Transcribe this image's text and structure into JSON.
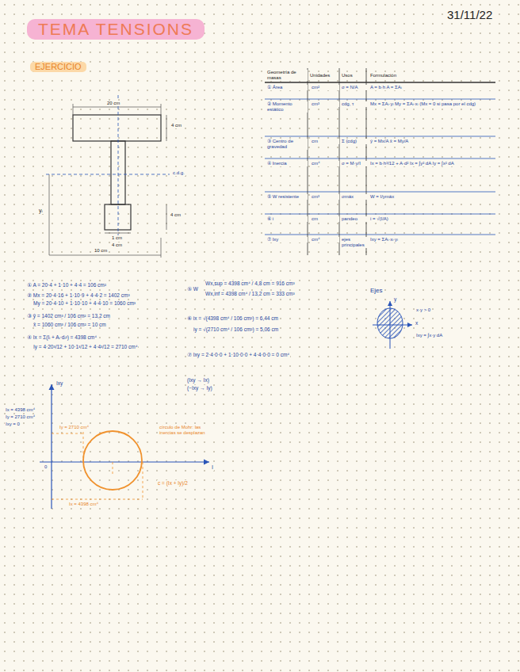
{
  "diagram": {
    "title": "TEMA TENSIONS",
    "labels": [
      "31/11/22",
      "EJERCICIO",
      "20 cm",
      "4 cm",
      "c.d.g.",
      "yᵢ",
      "4 cm",
      "1 cm",
      "4 cm",
      "10 cm",
      "Geometría de masas",
      "Unidades",
      "Usos",
      "Formulación",
      "① Área",
      "cm²",
      "σ = N/A",
      "A = b·h   A = ΣAᵢ",
      "② Momento estático",
      "cm³",
      "cdg, τ",
      "Mx = ΣAᵢ·yᵢ   My = ΣAᵢ·xᵢ   (Mx = 0 si pasa por el cdg)",
      "③ Centro de gravedad",
      "cm",
      "Σ (cdg)",
      "ȳ = Mx/A   x̄ = My/A",
      "④ Inercia",
      "cm⁴",
      "σ = M·y/I",
      "Ix = b·h³/12 + A·d²   Ix = ∫y² dA   Iy = ∫x² dA",
      "⑤ W resistente",
      "cm³",
      "σmáx",
      "W = I/ymáx",
      "⑥ i",
      "cm",
      "pandeo",
      "i = √(I/A)",
      "⑦ Ixy",
      "cm⁴",
      "ejes principales",
      "Ixy = ΣAᵢ·xᵢ·yᵢ",
      "① A = 20·4 + 1·10 + 4·4 = 106 cm²",
      "② Mx = 20·4·16 + 1·10·9 + 4·4·2 = 1402 cm³",
      "My = 20·4·10 + 1·10·10 + 4·4·10 = 1060 cm³",
      "③ ȳ = 1402 cm³ / 106 cm² = 13,2 cm",
      "x̄ = 1060 cm³ / 106 cm² = 10 cm",
      "④ Ix = Σ(Iᵢ + Aᵢ·dᵢ²) = 4398 cm⁴",
      "Iy = 4·20³/12 + 10·1³/12 + 4·4³/12 = 2710 cm⁴",
      "⑤ W",
      "Wx,sup = 4398 cm⁴ / 4,8 cm = 916 cm³",
      "Wx,inf = 4398 cm⁴ / 13,2 cm = 333 cm³",
      "⑥ ix = √(4398 cm⁴ / 106 cm²) = 6,44 cm",
      "iy = √(2710 cm⁴ / 106 cm²) = 5,06 cm",
      "⑦ Ixy = 2·4·0·0 + 1·10·0·0 + 4·4·0·0 = 0 cm⁴",
      "(Ixy → Ix)",
      "(−Ixy → Iy)",
      "Ejes",
      "x",
      "y",
      "x·y > 0",
      "Ixy = ∫x·y dA",
      "Ixy",
      "Ix = 4398 cm⁴",
      "Iy = 2710 cm⁴",
      "Ixy = 0",
      "Iy = 2710 cm⁴",
      "I",
      "Ix = 4398 cm⁴",
      "c = (Ix + Iy)/2",
      "círculo de Mohr: las inercias se desplazan",
      "0"
    ]
  }
}
